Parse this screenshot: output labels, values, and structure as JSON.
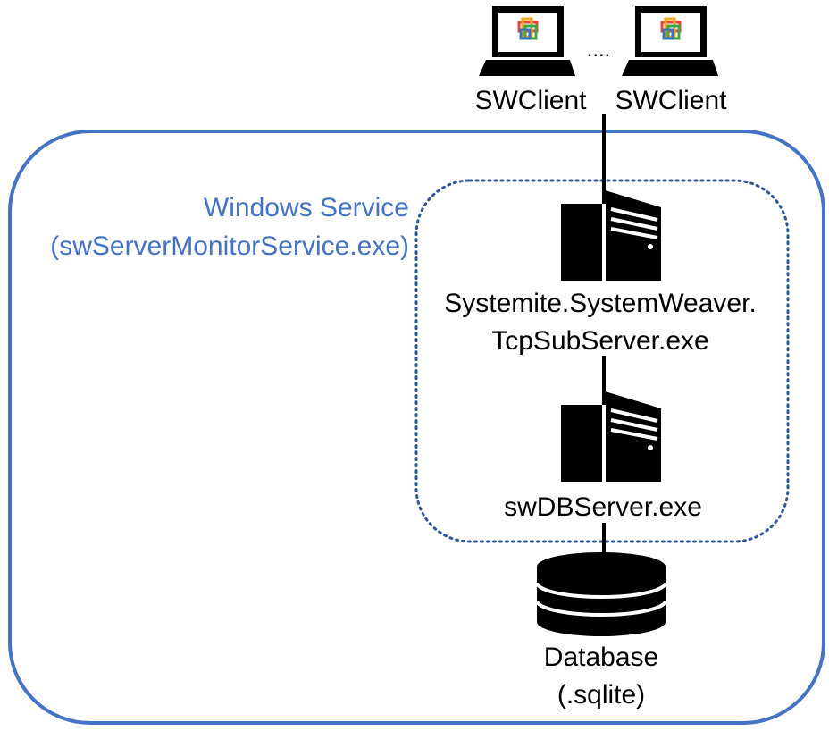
{
  "clients": [
    {
      "label": "SWClient"
    },
    {
      "label": "SWClient"
    }
  ],
  "ellipsis": "....",
  "service": {
    "title": "Windows Service",
    "exe": "(swServerMonitorService.exe)"
  },
  "tcp_server": {
    "line1": "Systemite.SystemWeaver.",
    "line2": "TcpSubServer.exe"
  },
  "db_server": {
    "label": "swDBServer.exe"
  },
  "database": {
    "line1": "Database",
    "line2": "(.sqlite)"
  },
  "colors": {
    "accent": "#4472c4",
    "outer_border": "#4472c4",
    "dotted_border": "#2e5597"
  }
}
